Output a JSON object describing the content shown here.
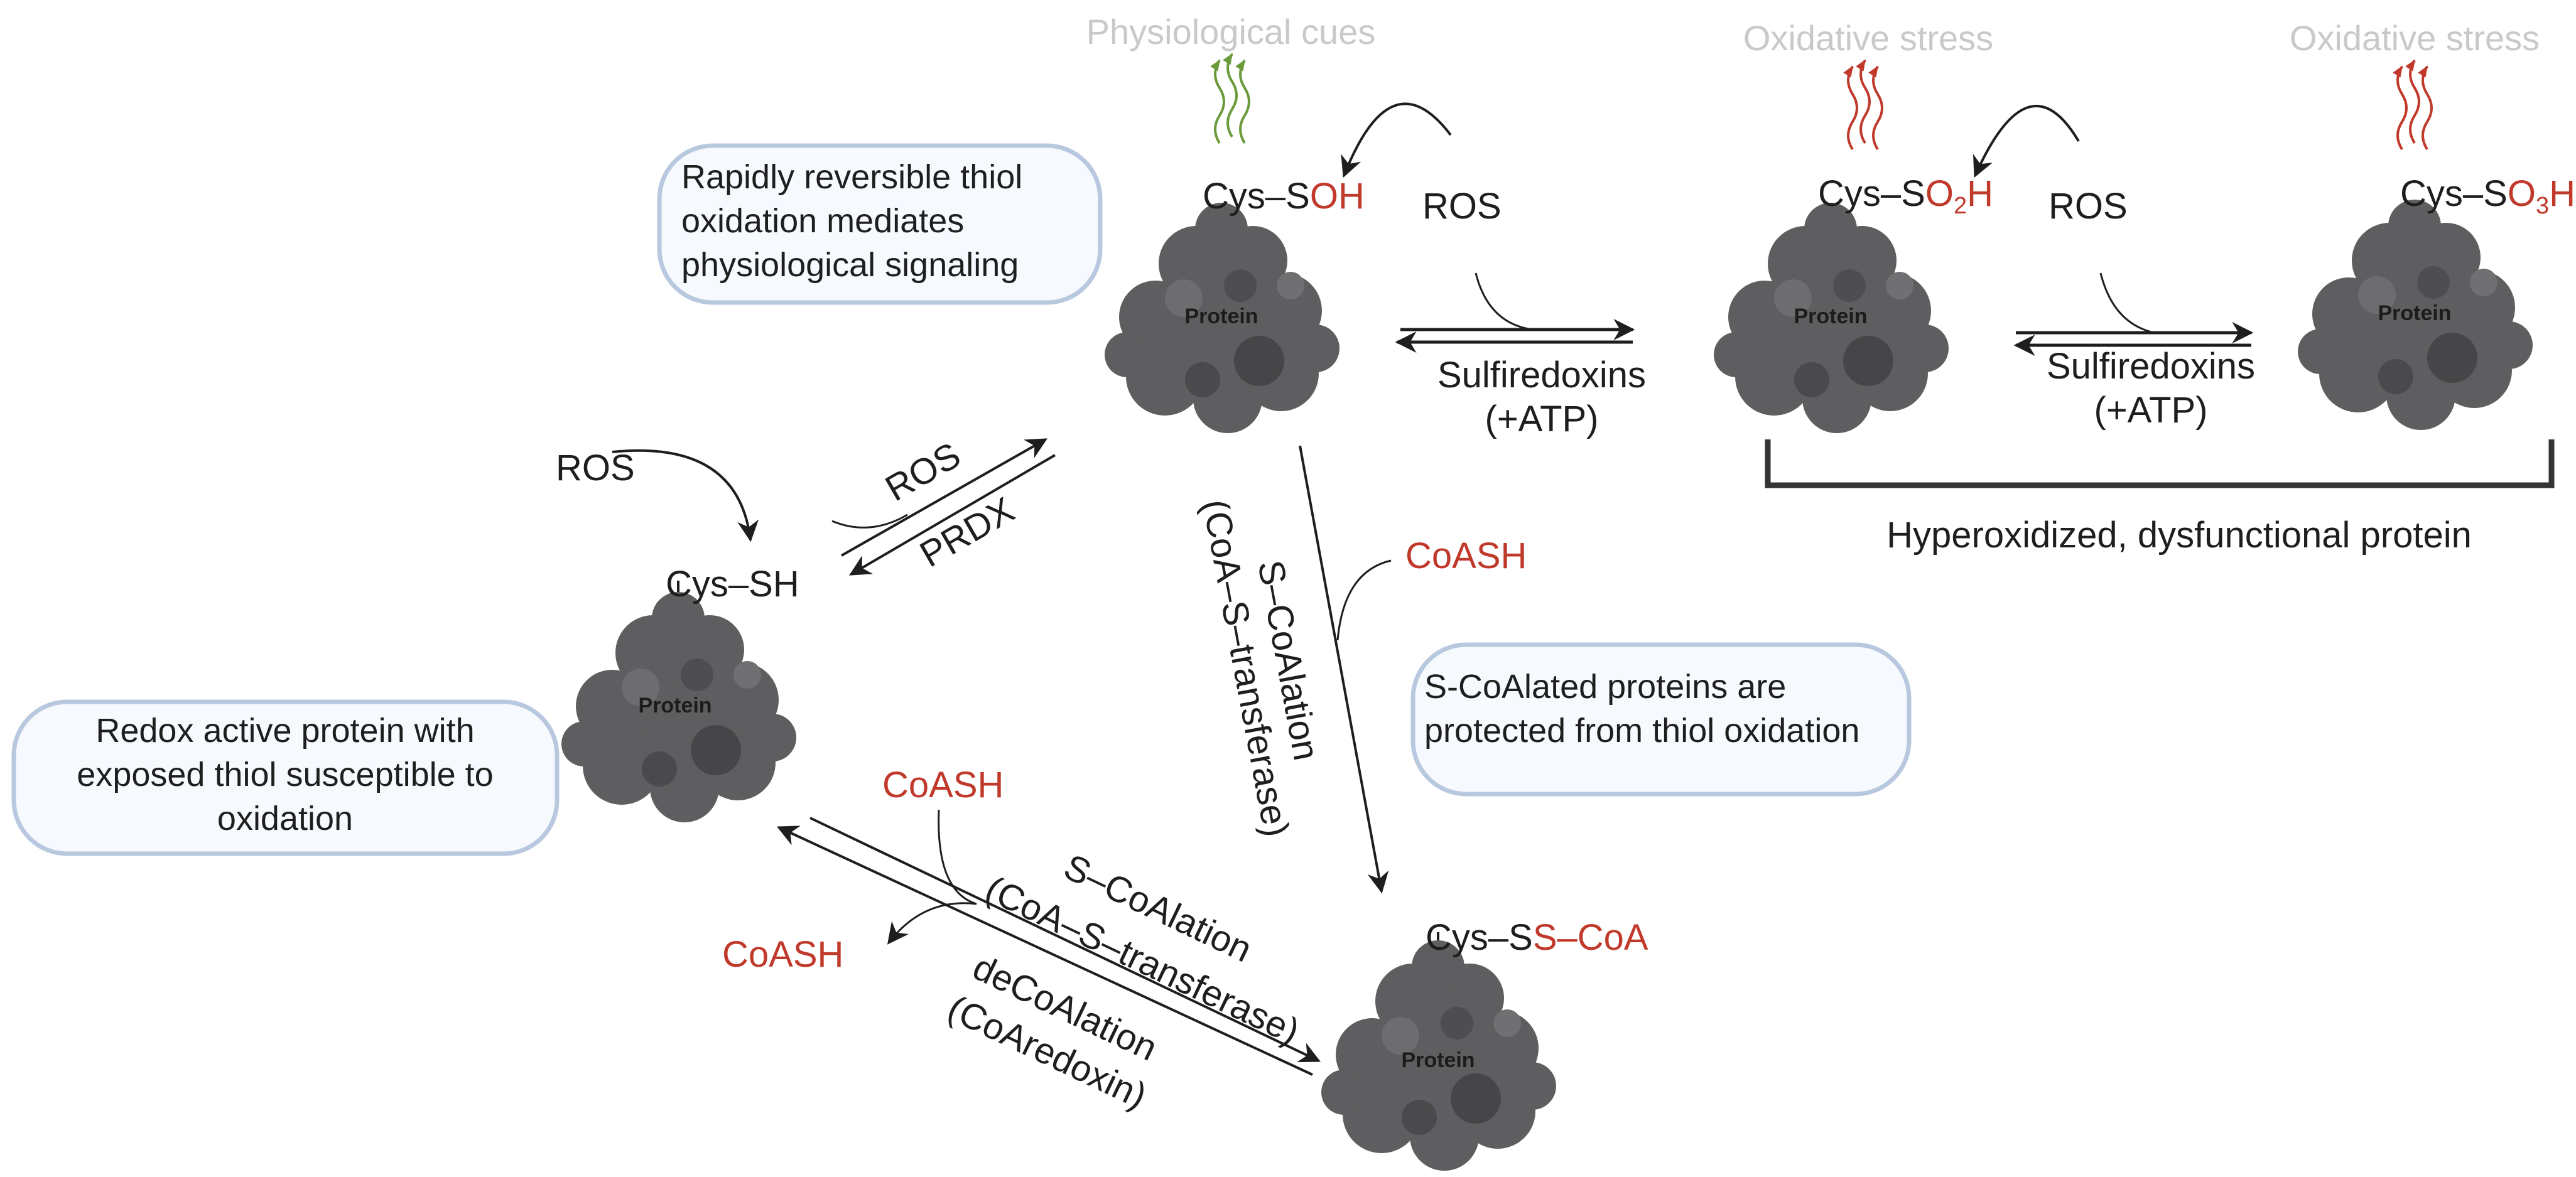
{
  "colors": {
    "text": "#1e1e1e",
    "red_label": "#c0392b",
    "faint": "#c9c9c9",
    "protein_fill": "#5e5e60",
    "protein_dark": "#464648",
    "callout_border": "#b7c8df",
    "callout_fill": "#f6f9fd",
    "green_wave": "#6a9a3a",
    "red_wave": "#c0392b"
  },
  "proteins": {
    "label": "Protein",
    "sh": {
      "cys": "Cys–SH"
    },
    "soh": {
      "cys": "Cys–S",
      "group": "OH"
    },
    "so2h": {
      "cys": "Cys–S",
      "group_o": "O",
      "group_sub": "2",
      "group_h": "H"
    },
    "so3h": {
      "cys": "Cys–S",
      "group_o": "O",
      "group_sub": "3",
      "group_h": "H"
    },
    "scoa": {
      "cys": "Cys–S",
      "group": "S–CoA"
    }
  },
  "cues": {
    "physiological": "Physiological cues",
    "oxidative_1": "Oxidative stress",
    "oxidative_2": "Oxidative stress"
  },
  "labels": {
    "ros_sh": "ROS",
    "ros_soh": "ROS",
    "ros_so2h": "ROS",
    "ros_forward": "ROS",
    "prdx": "PRDX",
    "sulfiredoxins_1": "Sulfiredoxins",
    "atp_1": "(+ATP)",
    "sulfiredoxins_2": "Sulfiredoxins",
    "atp_2": "(+ATP)",
    "coash_vertical": "CoASH",
    "coash_diag_in": "CoASH",
    "coash_diag_out": "CoASH",
    "vertical_line1": "S–CoAlation",
    "vertical_line2": "(CoA–S–transferase)",
    "diag_upper_line1": "S–CoAlation",
    "diag_upper_line2": "(CoA–S–transferase)",
    "diag_lower_line1": "deCoAlation",
    "diag_lower_line2": "(CoAredoxin)",
    "hyperoxidized": "Hyperoxidized, dysfunctional protein"
  },
  "callouts": {
    "reversible": [
      "Rapidly reversible thiol",
      "oxidation mediates",
      "physiological signaling"
    ],
    "redox_active": [
      "Redox active protein with",
      "exposed thiol susceptible to",
      "oxidation"
    ],
    "protected": [
      "S-CoAlated proteins are",
      "protected from thiol oxidation"
    ]
  }
}
